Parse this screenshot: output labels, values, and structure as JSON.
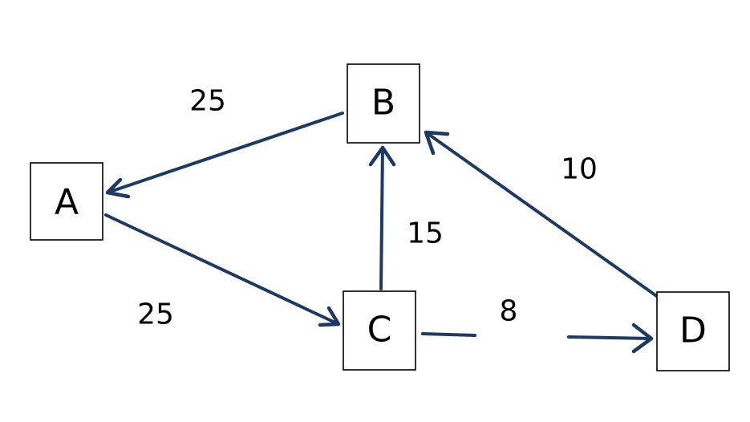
{
  "nodes": {
    "A": {
      "label": "A"
    },
    "B": {
      "label": "B"
    },
    "C": {
      "label": "C"
    },
    "D": {
      "label": "D"
    }
  },
  "edges": {
    "b_to_a": {
      "from": "B",
      "to": "A",
      "weight": "25"
    },
    "a_to_c": {
      "from": "A",
      "to": "C",
      "weight": "25"
    },
    "c_to_b": {
      "from": "C",
      "to": "B",
      "weight": "15"
    },
    "d_to_b": {
      "from": "D",
      "to": "B",
      "weight": "10"
    },
    "c_to_d": {
      "from": "C",
      "to": "D",
      "weight": "8"
    }
  },
  "colors": {
    "edge": "#1f3a60",
    "node_border": "#000000",
    "text": "#000000"
  }
}
